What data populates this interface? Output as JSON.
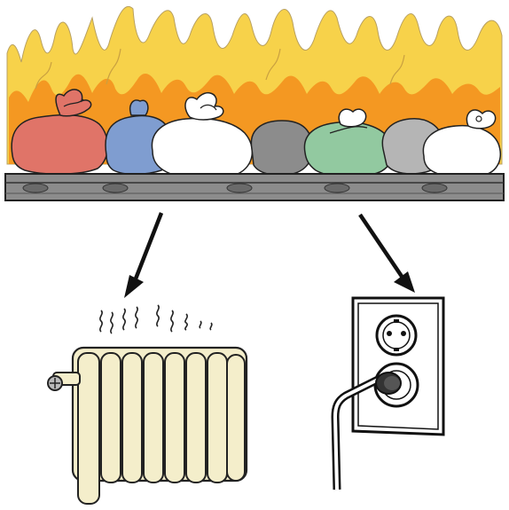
{
  "scene": {
    "description_free": true,
    "colors": {
      "flame_outer": "#f7d24a",
      "flame_inner": "#f3921e",
      "belt": "#8c8c8c",
      "belt_dark": "#4a4a4a",
      "radiator": "#f4eecb",
      "outline": "#1a1a1a"
    },
    "bags": [
      {
        "name": "red-bag",
        "color": "#e07468"
      },
      {
        "name": "blue-bag",
        "color": "#7f9dd0"
      },
      {
        "name": "white-bag",
        "color": "#ffffff"
      },
      {
        "name": "dark-grey-bag",
        "color": "#8c8c8c"
      },
      {
        "name": "green-bag",
        "color": "#92c9a0"
      },
      {
        "name": "light-grey-bag",
        "color": "#b5b5b5"
      },
      {
        "name": "white-bag-2",
        "color": "#ffffff"
      }
    ],
    "icons": [
      "flames-icon",
      "garbage-bag-icon",
      "conveyor-belt-icon",
      "arrow-icon",
      "radiator-icon",
      "heat-waves-icon",
      "power-socket-icon",
      "plug-icon"
    ]
  }
}
